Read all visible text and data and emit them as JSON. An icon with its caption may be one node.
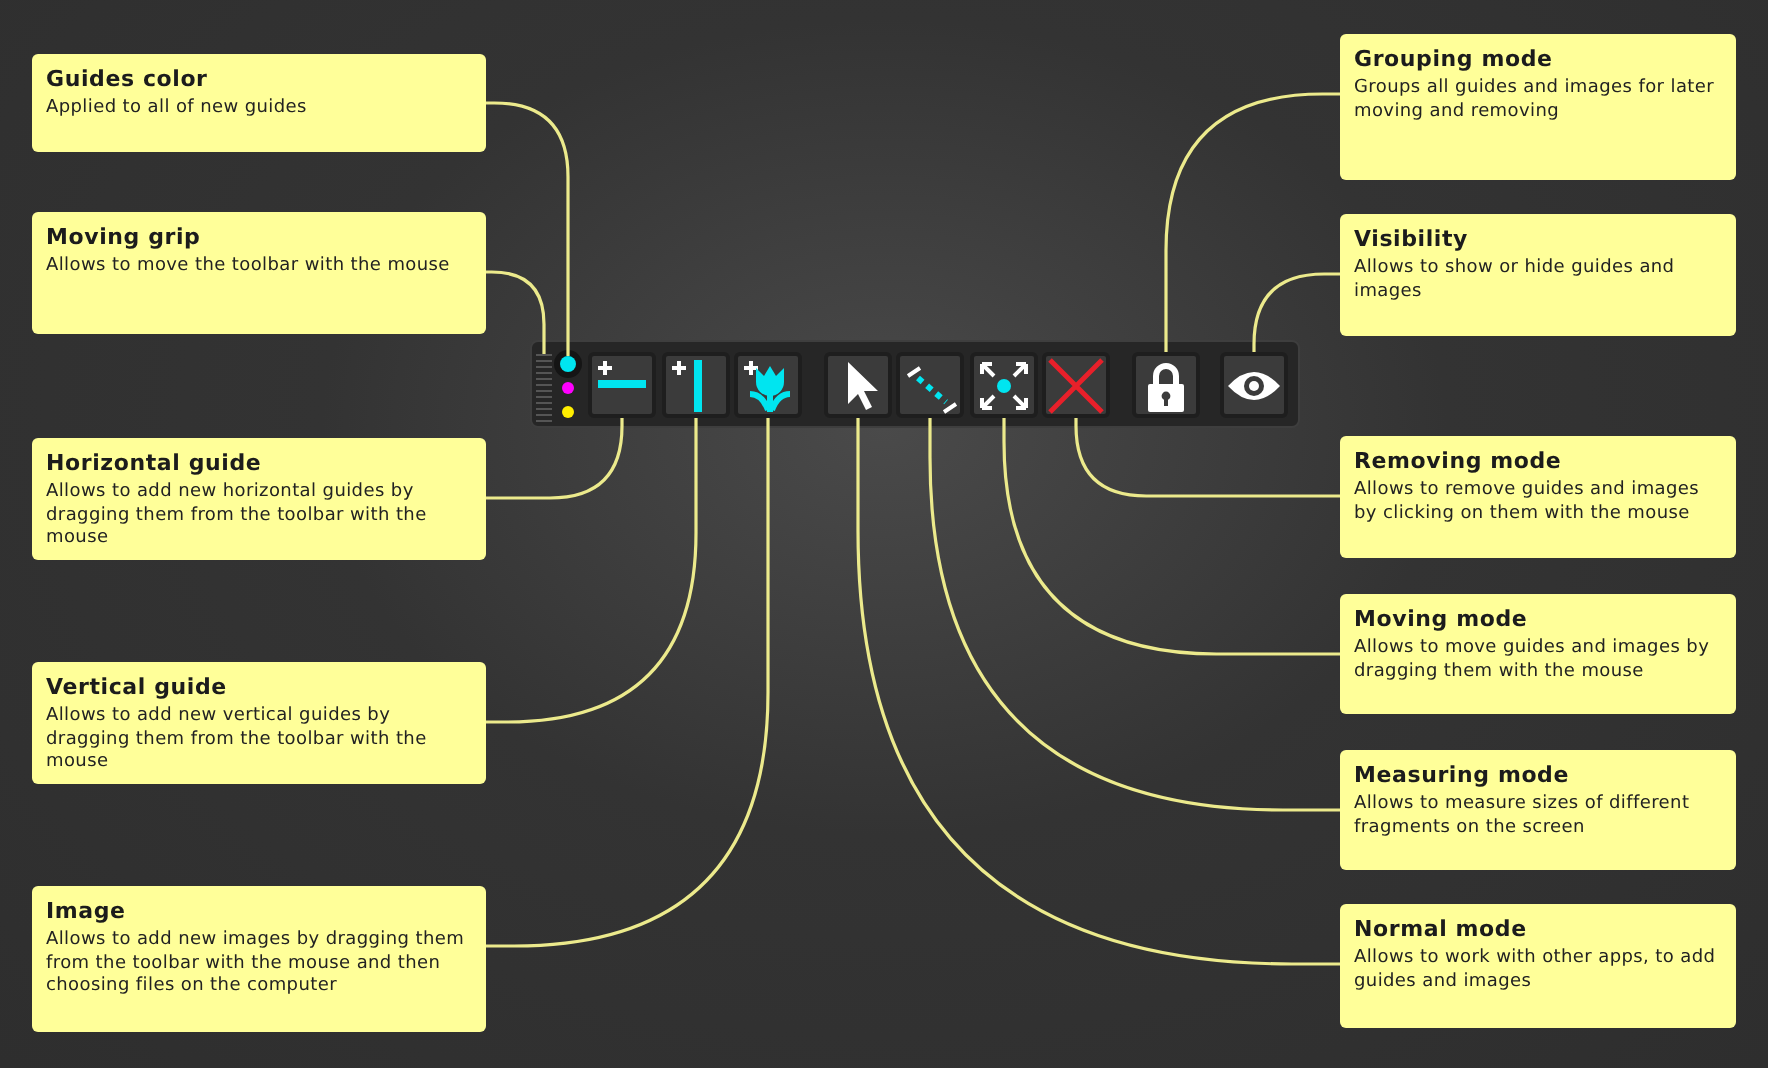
{
  "diagram": {
    "nodes": [
      {
        "text": [
          "Guides color",
          "Applied to all of new guides"
        ]
      },
      {
        "text": [
          "Moving grip",
          "Allows to move the toolbar with the mouse"
        ]
      },
      {
        "text": [
          "Horizontal guide",
          "Allows to add new horizontal guides by dragging them from the toolbar with the mouse"
        ]
      },
      {
        "text": [
          "Vertical guide",
          "Allows to add new vertical guides by dragging them from the toolbar with the mouse"
        ]
      },
      {
        "text": [
          "Image",
          "Allows to add new images by dragging them from the toolbar with the mouse and then choosing files on the computer"
        ]
      },
      {
        "text": [
          "Grouping mode",
          "Groups all guides and images for later moving and removing"
        ]
      },
      {
        "text": [
          "Visibility",
          "Allows to show or hide guides and images"
        ]
      },
      {
        "text": [
          "Removing mode",
          "Allows to remove guides and images by clicking on them with the mouse"
        ]
      },
      {
        "text": [
          "Moving mode",
          "Allows to move guides and images by dragging them with the mouse"
        ]
      },
      {
        "text": [
          "Measuring mode",
          "Allows to measure sizes of different fragments on the screen"
        ]
      },
      {
        "text": [
          "Normal mode",
          "Allows to work with other apps, to add guides and images"
        ]
      },
      {
        "text": [],
        "shape": "box"
      },
      {
        "text": [],
        "shape": "bar",
        "in": 11
      },
      {
        "text": [],
        "shape": "circle",
        "in": 11
      },
      {
        "text": [],
        "shape": "box",
        "in": 11
      },
      {
        "text": [],
        "shape": "box",
        "in": 11
      },
      {
        "text": [],
        "shape": "box",
        "in": 11
      },
      {
        "text": [],
        "shape": "box",
        "in": 11
      },
      {
        "text": [],
        "shape": "box",
        "in": 11
      },
      {
        "text": [],
        "shape": "box",
        "in": 11
      },
      {
        "text": [],
        "shape": "box",
        "in": 11
      },
      {
        "text": [],
        "shape": "box",
        "in": 11
      },
      {
        "text": [],
        "shape": "box",
        "in": 11
      }
    ],
    "edges": [
      {
        "from": 0,
        "to": 13,
        "arrow": "none"
      },
      {
        "from": 1,
        "to": 12,
        "arrow": "none"
      },
      {
        "from": 2,
        "to": 14,
        "arrow": "none"
      },
      {
        "from": 3,
        "to": 15,
        "arrow": "none"
      },
      {
        "from": 4,
        "to": 16,
        "arrow": "none"
      },
      {
        "from": 5,
        "to": 21,
        "arrow": "none"
      },
      {
        "from": 6,
        "to": 22,
        "arrow": "none"
      },
      {
        "from": 7,
        "to": 20,
        "arrow": "none"
      },
      {
        "from": 8,
        "to": 19,
        "arrow": "none"
      },
      {
        "from": 9,
        "to": 18,
        "arrow": "none"
      },
      {
        "from": 10,
        "to": 17,
        "arrow": "none"
      }
    ]
  }
}
